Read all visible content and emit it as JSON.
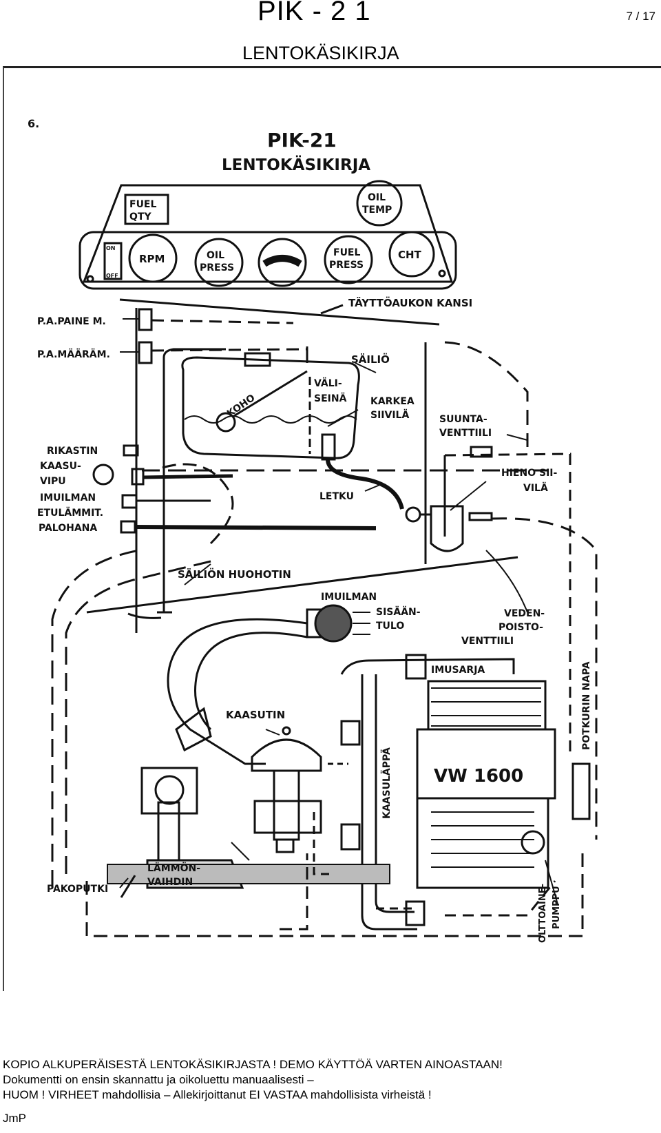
{
  "header": {
    "doc_code": "PIK - 2 1",
    "page_indicator": "7 / 17",
    "manual_title": "LENTOKÄSIKIRJA"
  },
  "scan": {
    "page_number": "6.",
    "heading_code": "PIK-21",
    "heading_title": "LENTOKÄSIKIRJA",
    "gauges": {
      "fuel_qty": [
        "FUEL",
        "QTY"
      ],
      "oil_temp": [
        "OIL",
        "TEMP"
      ],
      "on": "ON",
      "off": "OFF",
      "rpm": "RPM",
      "oil_press": [
        "OIL",
        "PRESS"
      ],
      "fuel_press": [
        "FUEL",
        "PRESS"
      ],
      "cht": "CHT"
    },
    "labels": {
      "fill_cap": "TÄYTTÖAUKON KANSI",
      "pa_paine": "P.A.PAINE M.",
      "pa_maaram": "P.A.MÄÄRÄM.",
      "tank": "SÄILIÖ",
      "float": "KOHO",
      "divider": [
        "VÄLI-",
        "SEINÄ"
      ],
      "coarse_strainer": [
        "KARKEA",
        "SIIVILÄ"
      ],
      "check_valve": [
        "SUUNTA-",
        "VENTTIILI"
      ],
      "choke": "RIKASTIN",
      "throttle": [
        "KAASU-",
        "VIPU"
      ],
      "intake_heat": [
        "IMUILMAN",
        "ETULÄMMIT."
      ],
      "fuel_cock": "PALOHANA",
      "fine_filter": [
        "HIENO SII-",
        "VILÄ"
      ],
      "hose": "LETKU",
      "tank_vent": "SÄILIÖN HUOHOTIN",
      "intake_air": "IMUILMAN",
      "intake_flow": [
        "SISÄÄN-",
        "TULO"
      ],
      "drain_valve": [
        "VEDEN-",
        "POISTO-",
        "VENTTIILI"
      ],
      "intake_manifold": "IMUSARJA",
      "prop_hub": "POTKURIN NAPA",
      "throttle_plate": "KAASULÄPPÄ",
      "carburetor": "KAASUTIN",
      "engine": "VW 1600",
      "heat_exchanger": [
        "LÄMMÖN-",
        "VAIHDIN"
      ],
      "exhaust": "PAKOPUTKI",
      "fuel_pump": [
        "OLTTOAINE-",
        "PUMPPU"
      ]
    }
  },
  "footer": {
    "line1": "KOPIO ALKUPERÄISESTÄ LENTOKÄSIKIRJASTA !  DEMO KÄYTTÖÄ VARTEN AINOASTAAN!",
    "line2": "Dokumentti on ensin skannattu ja oikoluettu manuaalisesti –",
    "line3": "HUOM ! VIRHEET mahdollisia – Allekirjoittanut EI VASTAA mahdollisista virheistä !",
    "author": "JmP"
  }
}
